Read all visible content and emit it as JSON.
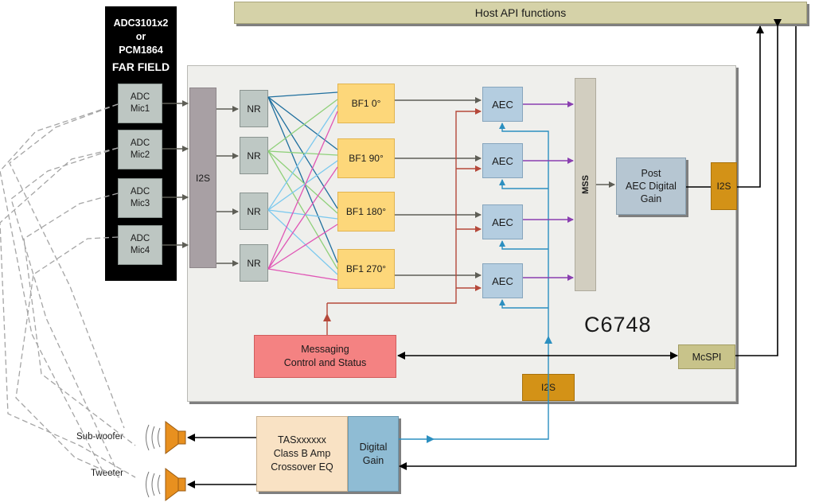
{
  "host": {
    "label": "Host API functions"
  },
  "far_field": {
    "line1": "ADC3101x2",
    "line2": "or",
    "line3": "PCM1864",
    "line4": "FAR FIELD",
    "mics": [
      "ADC\nMic1",
      "ADC\nMic2",
      "ADC\nMic3",
      "ADC\nMic4"
    ]
  },
  "dsp": {
    "chip_label": "C6748",
    "i2s_in": "I2S",
    "nr": [
      "NR",
      "NR",
      "NR",
      "NR"
    ],
    "bf": [
      "BF1 0°",
      "BF1 90°",
      "BF1 180°",
      "BF1 270°"
    ],
    "aec": [
      "AEC",
      "AEC",
      "AEC",
      "AEC"
    ],
    "mss": "MSS",
    "post": "Post\nAEC Digital\nGain",
    "i2s_out": "I2S",
    "mcspi": "McSPI",
    "i2s_ref": "I2S",
    "messaging": "Messaging\nControl and Status"
  },
  "amp": {
    "label": "TASxxxxxx\nClass B Amp\nCrossover EQ",
    "gain": "Digital\nGain"
  },
  "speakers": {
    "subwoofer": "Sub-woofer",
    "tweeter": "Tweeter"
  }
}
